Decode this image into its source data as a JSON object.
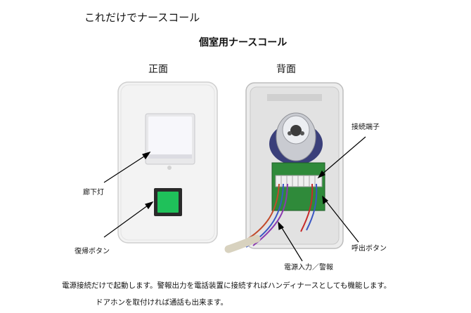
{
  "page": {
    "title": "これだけでナースコール",
    "subtitle": "個室用ナースコール"
  },
  "views": {
    "front": "正面",
    "back": "背面"
  },
  "callouts": {
    "hallway_light": "廊下灯",
    "reset_button": "復帰ボタン",
    "terminal": "接続端子",
    "call_button": "呼出ボタン",
    "power_alarm": "電源入力／警報"
  },
  "footer": {
    "line1": "電源接続だけで起動します。警報出力を電話装置に接続すればハンディナースとしても機能します。",
    "line2": "ドアホンを取付ければ通話も出来ます。"
  },
  "colors": {
    "green_button": "#1fc15a",
    "pcb": "#2f8a3a",
    "plate": "#f1f1f1"
  }
}
